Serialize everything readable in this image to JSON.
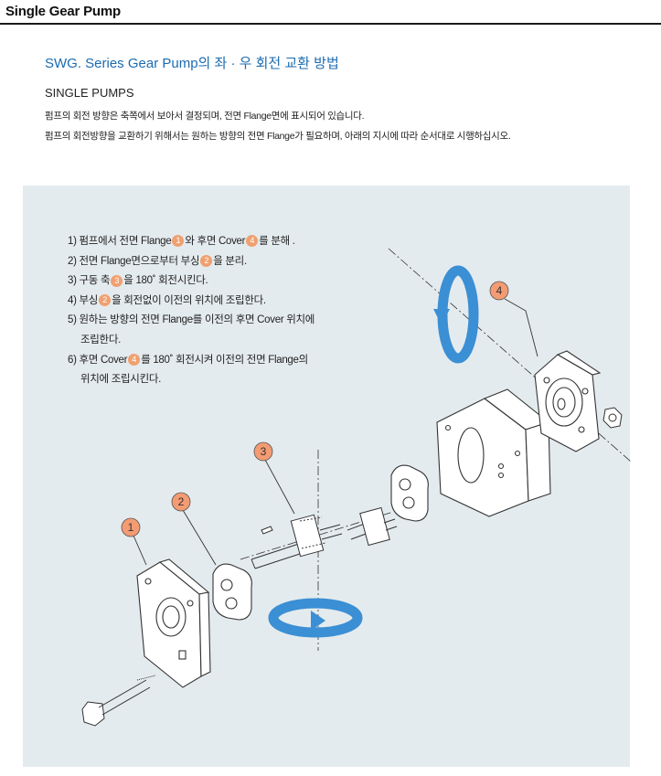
{
  "header": {
    "title": "Single Gear Pump"
  },
  "section": {
    "title": "SWG. Series Gear Pump의 좌 · 우 회전 교환 방법",
    "subheading": "SINGLE PUMPS",
    "desc1": "펌프의 회전 방향은 축쪽에서 보아서 결정되며, 전면 Flange면에 표시되어 있습니다.",
    "desc2": "펌프의 회전방향을 교환하기 위해서는 원하는 방향의 전면 Flange가 필요하며, 아래의 지시에 따라 순서대로 시행하십시오."
  },
  "steps": [
    {
      "pre": "1) 펌프에서 전면 Flange",
      "badge1": "1",
      "mid": "와 후면 Cover",
      "badge2": "4",
      "post": "를 분해 ."
    },
    {
      "pre": "2) 전면 Flange면으로부터 부싱",
      "badge1": "2",
      "post": "을 분리."
    },
    {
      "pre": "3) 구동 축",
      "badge1": "3",
      "post": "을 180˚ 회전시킨다."
    },
    {
      "pre": "4) 부싱",
      "badge1": "2",
      "post": "을 회전없이 이전의 위치에 조립한다."
    },
    {
      "pre": "5) 원하는 방향의 전면 Flange를 이전의 후면 Cover 위치에",
      "cont": "조립한다."
    },
    {
      "pre": "6) 후면 Cover",
      "badge1": "4",
      "post": "를 180˚ 회전시켜 이전의 전면 Flange의",
      "cont": "위치에 조립시킨다."
    }
  ],
  "callouts": [
    "1",
    "2",
    "3",
    "4"
  ],
  "colors": {
    "accent": "#1c6bb0",
    "panel": "#e4ebee",
    "badge": "#f39b73",
    "arrow": "#3b8fd4"
  },
  "icons": [
    "rotation-arrow-vertical-icon",
    "rotation-arrow-horizontal-icon"
  ]
}
